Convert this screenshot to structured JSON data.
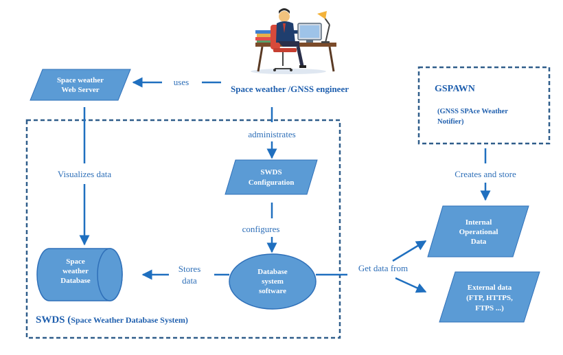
{
  "engineer_label": "Space weather /GNSS engineer",
  "web_server": {
    "line1": "Space weather",
    "line2": "Web Server"
  },
  "edges": {
    "uses": "uses",
    "administrates": "administrates",
    "visualizes": "Visualizes data",
    "configures": "configures",
    "stores_line1": "Stores",
    "stores_line2": "data",
    "get_data": "Get data from",
    "creates": "Creates and store"
  },
  "swds_config": {
    "line1": "SWDS",
    "line2": "Configuration"
  },
  "database": {
    "line1": "Space",
    "line2": "weather",
    "line3": "Database"
  },
  "db_software": {
    "line1": "Database",
    "line2": "system",
    "line3": "software"
  },
  "swds_title": {
    "main": "SWDS (",
    "sub": "Space Weather Database System)"
  },
  "gspawn": {
    "title": "GSPAWN",
    "line1": "(GNSS SPAce Weather",
    "line2": "Notifier)"
  },
  "internal_data": {
    "line1": "Internal",
    "line2": "Operational",
    "line3": "Data"
  },
  "external_data": {
    "line1": "External data",
    "line2": "(FTP, HTTPS,",
    "line3": "FTPS ...)"
  },
  "colors": {
    "shape_fill": "#5b9bd5",
    "shape_stroke": "#2e6fb8",
    "arrow": "#1f6fbf",
    "dash": "#2f5d8a"
  }
}
